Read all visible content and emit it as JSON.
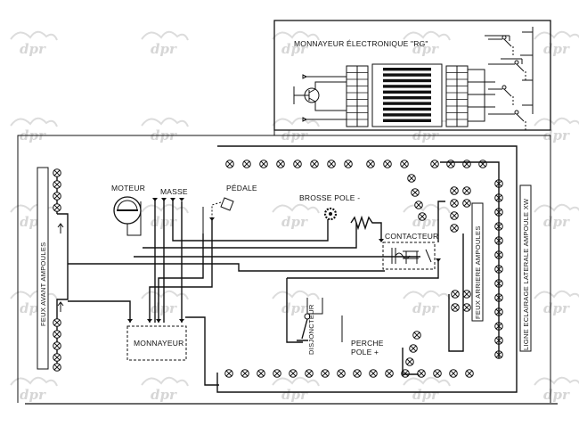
{
  "watermark_text": "dpr",
  "labels": {
    "electronic_coin_box": "MONNAYEUR ÉLECTRONIQUE \"RG\"",
    "motor": "MOTEUR",
    "ground": "MASSE",
    "pedal": "PÉDALE",
    "brush": "BROSSE POLE -",
    "contactor": "CONTACTEUR",
    "breaker": "DISJONCTEUR",
    "pole_plus_1": "PERCHE",
    "pole_plus_2": "POLE +",
    "coin_box": "MONNAYEUR",
    "front_lights": "FEUX AVANT AMPOULES",
    "rear_lights": "FEUX ARRIERE AMPOULES",
    "side_lighting": "LIGNE ECLAIRAGE LATERALE AMPOULE XW"
  },
  "colors": {
    "ink": "#111111",
    "watermark": "#d6d6d6",
    "background": "#ffffff"
  }
}
